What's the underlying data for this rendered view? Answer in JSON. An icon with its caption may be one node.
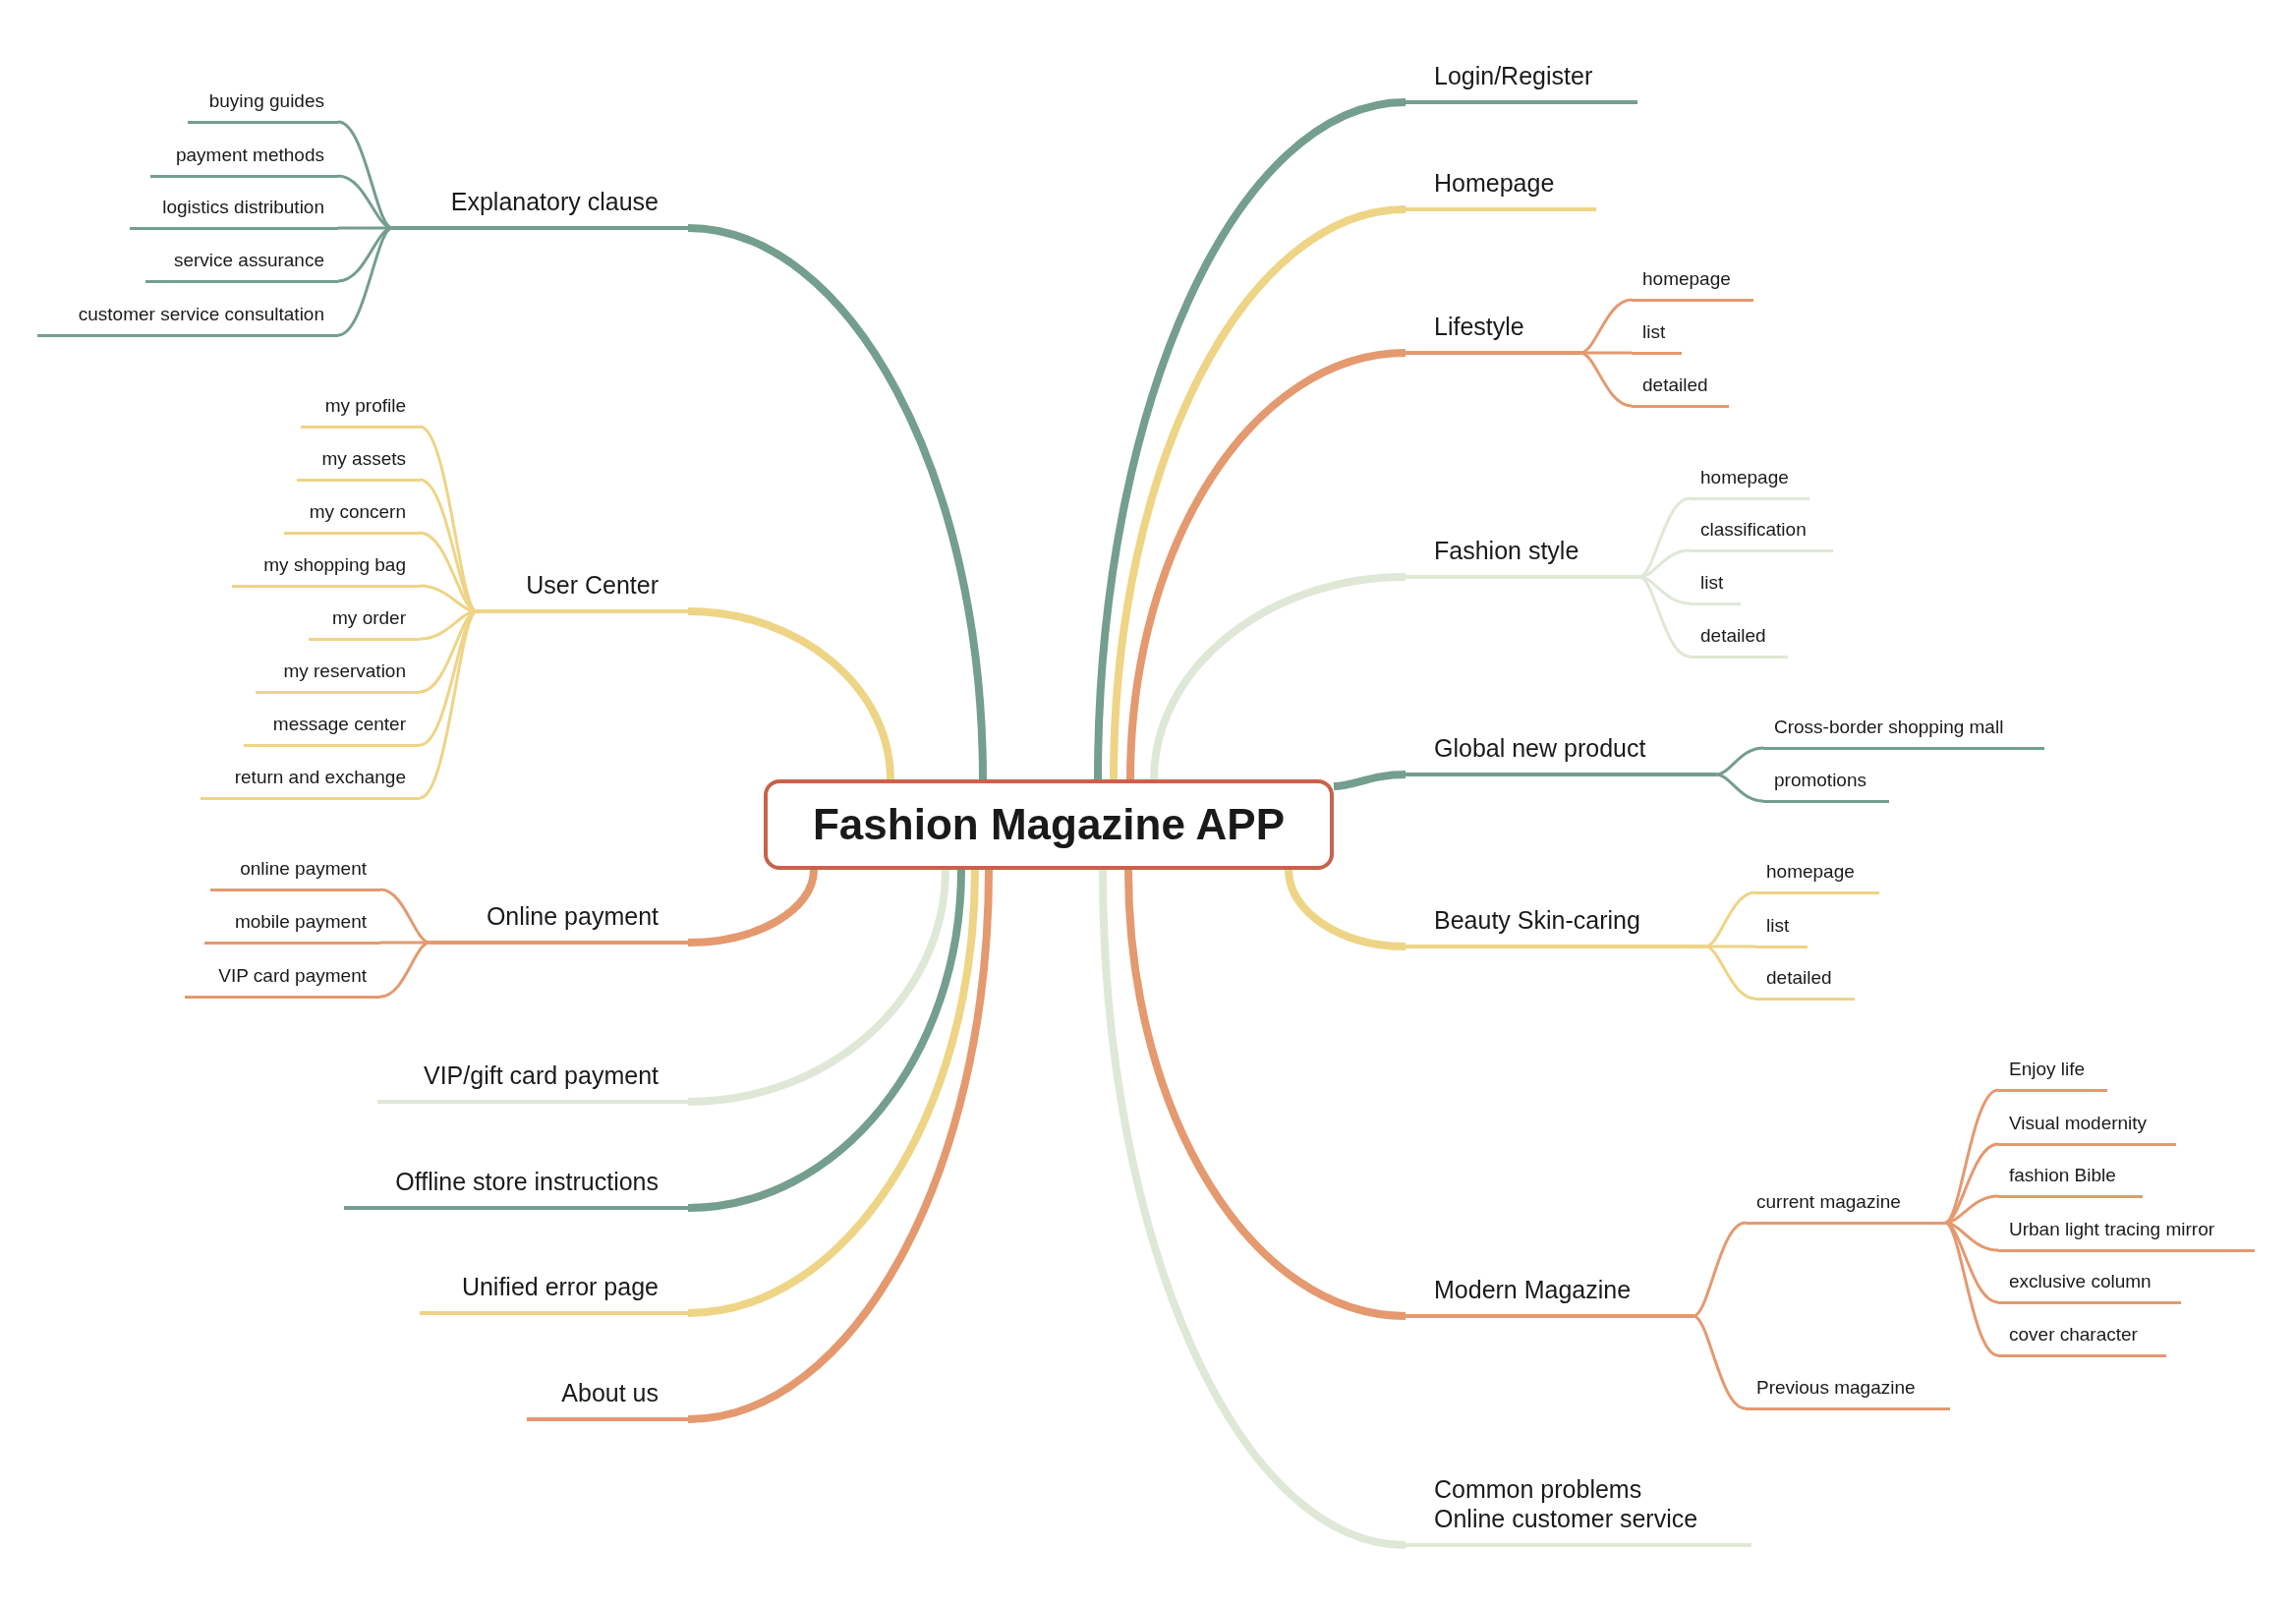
{
  "diagram": {
    "nodes": [
      {
        "text": [
          "Fashion Magazine APP"
        ]
      },
      {
        "text": [
          "Explanatory clause"
        ]
      },
      {
        "text": [
          "buying guides"
        ]
      },
      {
        "text": [
          "payment methods"
        ]
      },
      {
        "text": [
          "logistics distribution"
        ]
      },
      {
        "text": [
          "service assurance"
        ]
      },
      {
        "text": [
          "customer service consultation"
        ]
      },
      {
        "text": [
          "User Center"
        ]
      },
      {
        "text": [
          "my profile"
        ]
      },
      {
        "text": [
          "my assets"
        ]
      },
      {
        "text": [
          "my concern"
        ]
      },
      {
        "text": [
          "my shopping bag"
        ]
      },
      {
        "text": [
          "my order"
        ]
      },
      {
        "text": [
          "my reservation"
        ]
      },
      {
        "text": [
          "message center"
        ]
      },
      {
        "text": [
          "return and exchange"
        ]
      },
      {
        "text": [
          "Online payment"
        ]
      },
      {
        "text": [
          "online payment"
        ]
      },
      {
        "text": [
          "mobile payment"
        ]
      },
      {
        "text": [
          "VIP card payment"
        ]
      },
      {
        "text": [
          "VIP/gift card payment"
        ]
      },
      {
        "text": [
          "Offline store instructions"
        ]
      },
      {
        "text": [
          "Unified error page"
        ]
      },
      {
        "text": [
          "About us"
        ]
      },
      {
        "text": [
          "Login/Register"
        ]
      },
      {
        "text": [
          "Homepage"
        ]
      },
      {
        "text": [
          "Lifestyle"
        ]
      },
      {
        "text": [
          "homepage"
        ]
      },
      {
        "text": [
          "list"
        ]
      },
      {
        "text": [
          "detailed"
        ]
      },
      {
        "text": [
          "Fashion style"
        ]
      },
      {
        "text": [
          "homepage"
        ]
      },
      {
        "text": [
          "classification"
        ]
      },
      {
        "text": [
          "list"
        ]
      },
      {
        "text": [
          "detailed"
        ]
      },
      {
        "text": [
          "Global new product"
        ]
      },
      {
        "text": [
          "Cross-border shopping mall"
        ]
      },
      {
        "text": [
          "promotions"
        ]
      },
      {
        "text": [
          "Beauty Skin-caring"
        ]
      },
      {
        "text": [
          "homepage"
        ]
      },
      {
        "text": [
          "list"
        ]
      },
      {
        "text": [
          "detailed"
        ]
      },
      {
        "text": [
          "Modern Magazine"
        ]
      },
      {
        "text": [
          "current magazine"
        ]
      },
      {
        "text": [
          "Enjoy life"
        ]
      },
      {
        "text": [
          "Visual modernity"
        ]
      },
      {
        "text": [
          "fashion Bible"
        ]
      },
      {
        "text": [
          "Urban light tracing mirror"
        ]
      },
      {
        "text": [
          "exclusive column"
        ]
      },
      {
        "text": [
          "cover character"
        ]
      },
      {
        "text": [
          "Previous magazine"
        ]
      },
      {
        "text": [
          "Common problems Online customer service"
        ]
      }
    ],
    "edges": [
      {
        "from": 0,
        "to": 1,
        "arrow": "none",
        "style": "thick",
        "color": "#749e8d"
      },
      {
        "from": 1,
        "to": 2,
        "arrow": "none",
        "color": "#749e8d"
      },
      {
        "from": 1,
        "to": 3,
        "arrow": "none",
        "color": "#749e8d"
      },
      {
        "from": 1,
        "to": 4,
        "arrow": "none",
        "color": "#749e8d"
      },
      {
        "from": 1,
        "to": 5,
        "arrow": "none",
        "color": "#749e8d"
      },
      {
        "from": 1,
        "to": 6,
        "arrow": "none",
        "color": "#749e8d"
      },
      {
        "from": 0,
        "to": 7,
        "arrow": "none",
        "style": "thick",
        "color": "#eed485"
      },
      {
        "from": 7,
        "to": 8,
        "arrow": "none",
        "color": "#eed485"
      },
      {
        "from": 7,
        "to": 9,
        "arrow": "none",
        "color": "#eed485"
      },
      {
        "from": 7,
        "to": 10,
        "arrow": "none",
        "color": "#eed485"
      },
      {
        "from": 7,
        "to": 11,
        "arrow": "none",
        "color": "#eed485"
      },
      {
        "from": 7,
        "to": 12,
        "arrow": "none",
        "color": "#eed485"
      },
      {
        "from": 7,
        "to": 13,
        "arrow": "none",
        "color": "#eed485"
      },
      {
        "from": 7,
        "to": 14,
        "arrow": "none",
        "color": "#eed485"
      },
      {
        "from": 7,
        "to": 15,
        "arrow": "none",
        "color": "#eed485"
      },
      {
        "from": 0,
        "to": 16,
        "arrow": "none",
        "style": "thick"
      },
      {
        "from": 16,
        "to": 17,
        "arrow": "none"
      },
      {
        "from": 16,
        "to": 18,
        "arrow": "none"
      },
      {
        "from": 16,
        "to": 19,
        "arrow": "none"
      },
      {
        "from": 0,
        "to": 20,
        "arrow": "none",
        "style": "thick",
        "color": "#dfe8d6"
      },
      {
        "from": 0,
        "to": 21,
        "arrow": "none",
        "style": "thick",
        "color": "#749e8d"
      },
      {
        "from": 0,
        "to": 22,
        "arrow": "none",
        "style": "thick",
        "color": "#eed485"
      },
      {
        "from": 0,
        "to": 23,
        "arrow": "none",
        "style": "thick"
      },
      {
        "from": 0,
        "to": 24,
        "arrow": "none",
        "style": "thick",
        "color": "#749e8d"
      },
      {
        "from": 0,
        "to": 25,
        "arrow": "none",
        "style": "thick",
        "color": "#eed485"
      },
      {
        "from": 0,
        "to": 26,
        "arrow": "none",
        "style": "thick"
      },
      {
        "from": 26,
        "to": 27,
        "arrow": "none"
      },
      {
        "from": 26,
        "to": 28,
        "arrow": "none"
      },
      {
        "from": 26,
        "to": 29,
        "arrow": "none"
      },
      {
        "from": 0,
        "to": 30,
        "arrow": "none",
        "style": "thick",
        "color": "#dfe8d6"
      },
      {
        "from": 30,
        "to": 31,
        "arrow": "none",
        "color": "#dfe8d6"
      },
      {
        "from": 30,
        "to": 32,
        "arrow": "none",
        "color": "#dfe8d6"
      },
      {
        "from": 30,
        "to": 33,
        "arrow": "none",
        "color": "#dfe8d6"
      },
      {
        "from": 30,
        "to": 34,
        "arrow": "none",
        "color": "#dfe8d6"
      },
      {
        "from": 0,
        "to": 35,
        "arrow": "none",
        "style": "thick",
        "color": "#749e8d"
      },
      {
        "from": 35,
        "to": 36,
        "arrow": "none",
        "color": "#749e8d"
      },
      {
        "from": 35,
        "to": 37,
        "arrow": "none",
        "color": "#749e8d"
      },
      {
        "from": 0,
        "to": 38,
        "arrow": "none",
        "style": "thick",
        "color": "#eed485"
      },
      {
        "from": 38,
        "to": 39,
        "arrow": "none",
        "color": "#eed485"
      },
      {
        "from": 38,
        "to": 40,
        "arrow": "none",
        "color": "#eed485"
      },
      {
        "from": 38,
        "to": 41,
        "arrow": "none",
        "color": "#eed485"
      },
      {
        "from": 0,
        "to": 42,
        "arrow": "none",
        "style": "thick"
      },
      {
        "from": 42,
        "to": 43,
        "arrow": "none"
      },
      {
        "from": 43,
        "to": 44,
        "arrow": "none"
      },
      {
        "from": 43,
        "to": 45,
        "arrow": "none"
      },
      {
        "from": 43,
        "to": 46,
        "arrow": "none"
      },
      {
        "from": 43,
        "to": 47,
        "arrow": "none"
      },
      {
        "from": 43,
        "to": 48,
        "arrow": "none"
      },
      {
        "from": 43,
        "to": 49,
        "arrow": "none"
      },
      {
        "from": 42,
        "to": 50,
        "arrow": "none"
      },
      {
        "from": 0,
        "to": 51,
        "arrow": "none",
        "style": "thick",
        "color": "#dfe8d6"
      }
    ]
  }
}
